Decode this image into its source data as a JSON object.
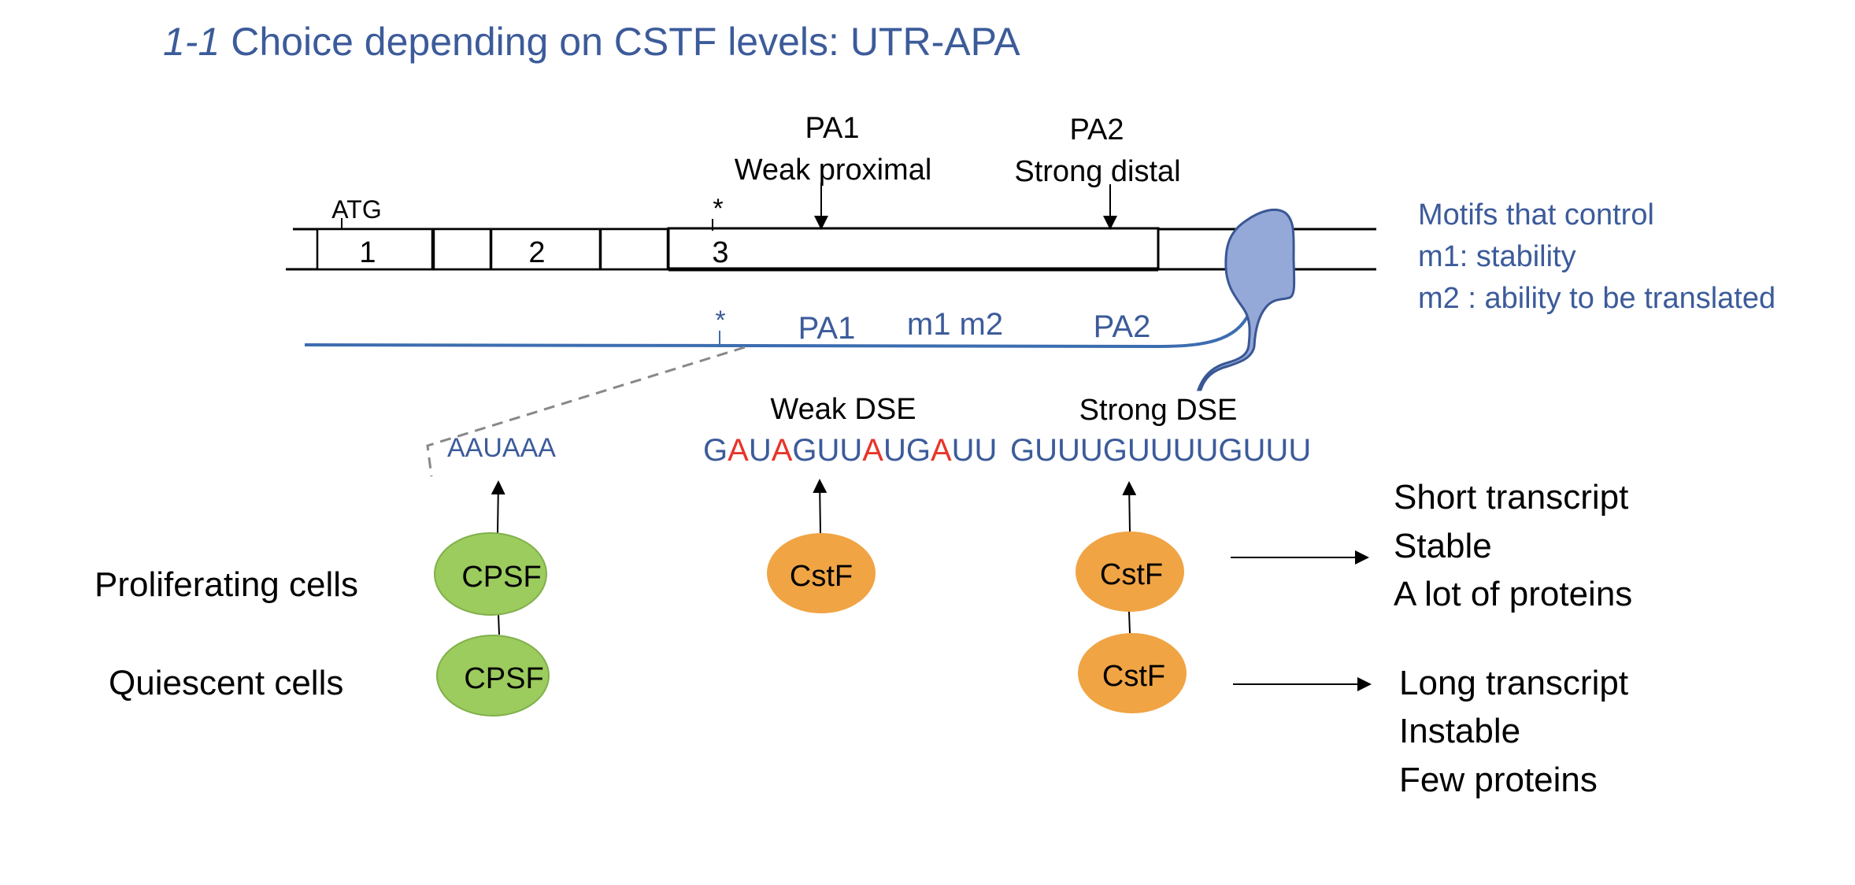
{
  "title": {
    "number": "1-1",
    "text": "Choice depending on CSTF levels: UTR-APA"
  },
  "gene": {
    "start_codon": "ATG",
    "stop_marker": "*",
    "exons": [
      "1",
      "2",
      "3"
    ],
    "pa_sites": [
      {
        "name": "PA1",
        "description": "Weak proximal"
      },
      {
        "name": "PA2",
        "description": "Strong distal"
      }
    ]
  },
  "mrna": {
    "stop_marker": "*",
    "labels": [
      "PA1",
      "m1 m2",
      "PA2"
    ]
  },
  "motifs_note": {
    "heading": "Motifs that control",
    "lines": [
      "m1: stability",
      "m2 : ability to be translated"
    ]
  },
  "elements": {
    "pas": {
      "sequence": "AAUAAA"
    },
    "weak_dse": {
      "label": "Weak DSE",
      "sequence_parts": [
        {
          "text": "G",
          "highlight": false
        },
        {
          "text": "A",
          "highlight": true
        },
        {
          "text": "U",
          "highlight": false
        },
        {
          "text": "A",
          "highlight": true
        },
        {
          "text": "GUU",
          "highlight": false
        },
        {
          "text": "A",
          "highlight": true
        },
        {
          "text": "UG",
          "highlight": false
        },
        {
          "text": "A",
          "highlight": true
        },
        {
          "text": "UU",
          "highlight": false
        }
      ]
    },
    "strong_dse": {
      "label": "Strong DSE",
      "sequence": "GUUUGUUUUGUUU"
    }
  },
  "conditions": [
    {
      "label": "Proliferating cells"
    },
    {
      "label": "Quiescent cells"
    }
  ],
  "proteins": {
    "cpsf": "CPSF",
    "cstf": "CstF"
  },
  "outcomes": {
    "proliferating": [
      "Short transcript",
      "Stable",
      "A lot of proteins"
    ],
    "quiescent": [
      "Long transcript",
      "Instable",
      "Few proteins"
    ]
  },
  "colors": {
    "title_blue": "#3C5B9A",
    "highlight_red": "#E8352B",
    "cpsf_green": "#9CCB5E",
    "cstf_orange": "#F0A444",
    "ribosome_fill": "#94A9D8",
    "mrna_line": "#3D6DB0"
  }
}
